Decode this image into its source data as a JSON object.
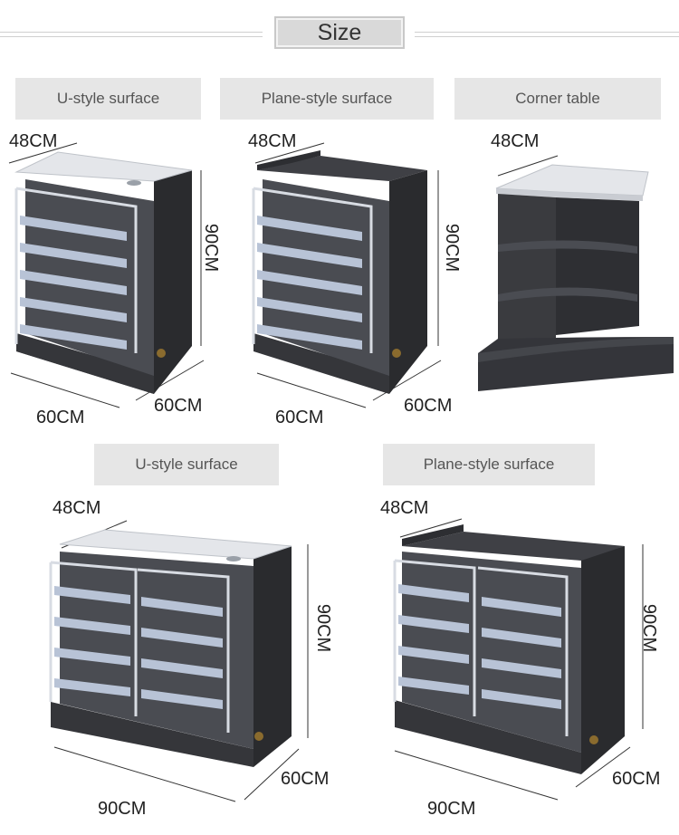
{
  "title": "Size",
  "products": [
    {
      "label": "U-style surface",
      "depth": "48CM",
      "height": "90CM",
      "width": "60CM",
      "side": "60CM"
    },
    {
      "label": "Plane-style surface",
      "depth": "48CM",
      "height": "90CM",
      "width": "60CM",
      "side": "60CM"
    },
    {
      "label": "Corner table",
      "depth": "48CM"
    },
    {
      "label": "U-style surface",
      "depth": "48CM",
      "height": "90CM",
      "width": "90CM",
      "side": "60CM"
    },
    {
      "label": "Plane-style surface",
      "depth": "48CM",
      "height": "90CM",
      "width": "90CM",
      "side": "60CM"
    }
  ],
  "colors": {
    "cabinet": "#3a3b3f",
    "top_marble": "#e4e6ea",
    "rack": "#d8dce3",
    "shelf_blue": "#b8c3d6",
    "label_bg": "#e6e6e6"
  }
}
